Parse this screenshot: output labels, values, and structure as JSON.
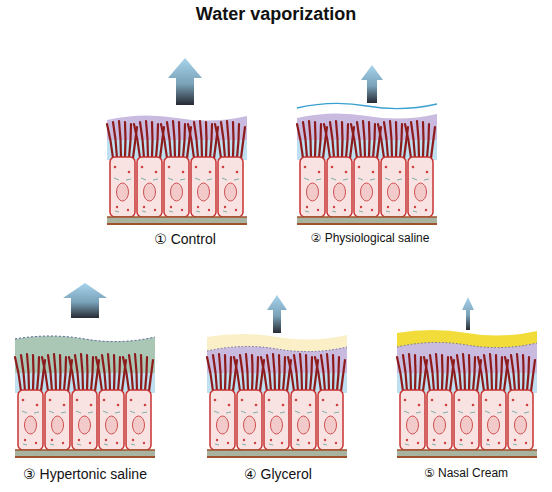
{
  "diagram": {
    "title": "Water vaporization",
    "labels": [
      "① Control",
      "② Physiological saline",
      "③ Hypertonic saline",
      "④ Glycerol",
      "⑤ Nasal Cream"
    ]
  }
}
